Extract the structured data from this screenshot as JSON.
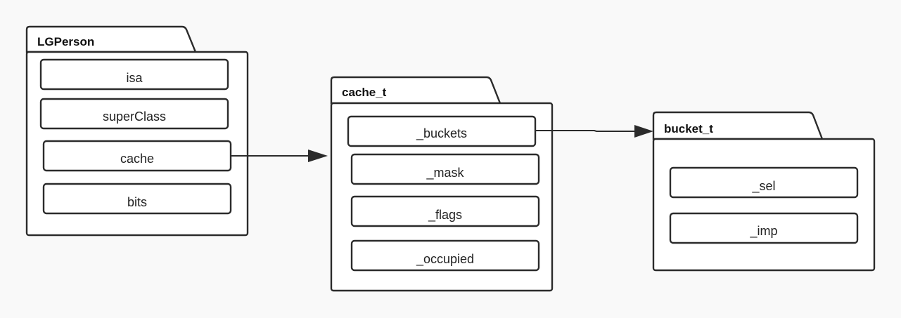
{
  "diagram": {
    "packages": {
      "lgperson": {
        "title": "LGPerson",
        "fields": [
          "isa",
          "superClass",
          "cache",
          "bits"
        ]
      },
      "cache_t": {
        "title": "cache_t",
        "fields": [
          "_buckets",
          "_mask",
          "_flags",
          "_occupied"
        ]
      },
      "bucket_t": {
        "title": "bucket_t",
        "fields": [
          "_sel",
          "_imp"
        ]
      }
    },
    "relations": [
      {
        "from": "LGPerson.cache",
        "to": "cache_t"
      },
      {
        "from": "cache_t._buckets",
        "to": "bucket_t"
      }
    ]
  }
}
